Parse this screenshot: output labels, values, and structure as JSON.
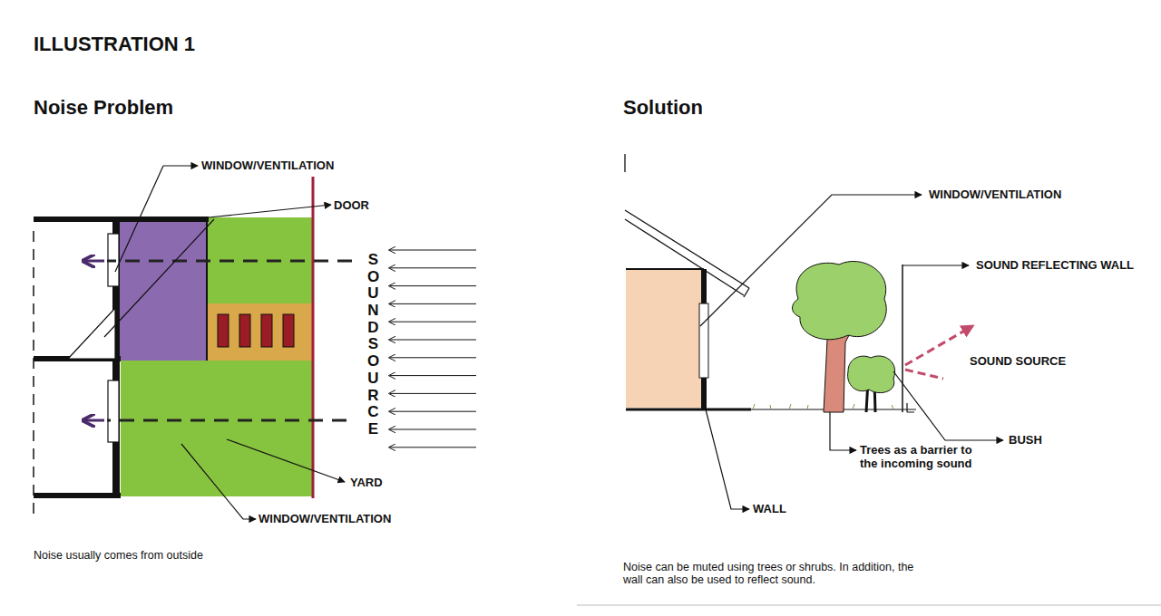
{
  "diagram": {
    "title": "ILLUSTRATION 1",
    "labels": [
      "Noise Problem",
      "WINDOW/VENTILATION",
      "DOOR",
      "SOUND SOURCE",
      "YARD",
      "WINDOW/VENTILATION",
      "Noise usually comes from outside",
      "Solution",
      "WINDOW/VENTILATION",
      "SOUND REFLECTING WALL",
      "SOUND SOURCE",
      "Trees as a barrier to the incoming sound",
      "BUSH",
      "WALL",
      "Noise can be muted using trees or shrubs. In addition, the wall can also be used to reflect sound."
    ]
  }
}
